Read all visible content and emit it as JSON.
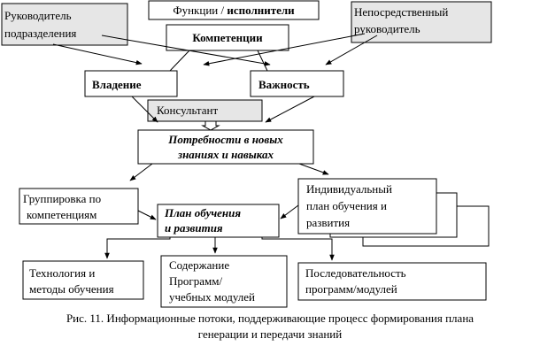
{
  "nodes": {
    "functions": {
      "text_normal": "Функции / ",
      "text_bold": "исполнители"
    },
    "head_of_unit": {
      "line1": "Руководитель",
      "line2": "подразделения"
    },
    "direct_manager": {
      "line1": "Непосредственный",
      "line2": "руководитель"
    },
    "competencies": "Компетенции",
    "possession": "Владение",
    "importance": "Важность",
    "consultant": "Консультант",
    "needs": {
      "line1": "Потребности в новых",
      "line2": "знаниях и навыках"
    },
    "grouping": {
      "line1": "Группировка по",
      "line2": "компетенциям"
    },
    "individual_plan": {
      "line1": "Индивидуальный",
      "line2": "план обучения и",
      "line3": "развития"
    },
    "plan": {
      "line1": "План обучения",
      "line2": "и развития"
    },
    "technology": {
      "line1": "Технология и",
      "line2": "методы обучения"
    },
    "content": {
      "line1": "Содержание",
      "line2": "Программ/",
      "line3": "учебных модулей"
    },
    "sequence": {
      "line1": "Последовательность",
      "line2": "программ/модулей"
    }
  },
  "caption": {
    "line1": "Рис. 11. Информационные потоки, поддерживающие процесс формирования плана",
    "line2": "генерации и передачи знаний"
  },
  "colors": {
    "gray_fill": "#e6e6e6",
    "stroke": "#000000"
  }
}
